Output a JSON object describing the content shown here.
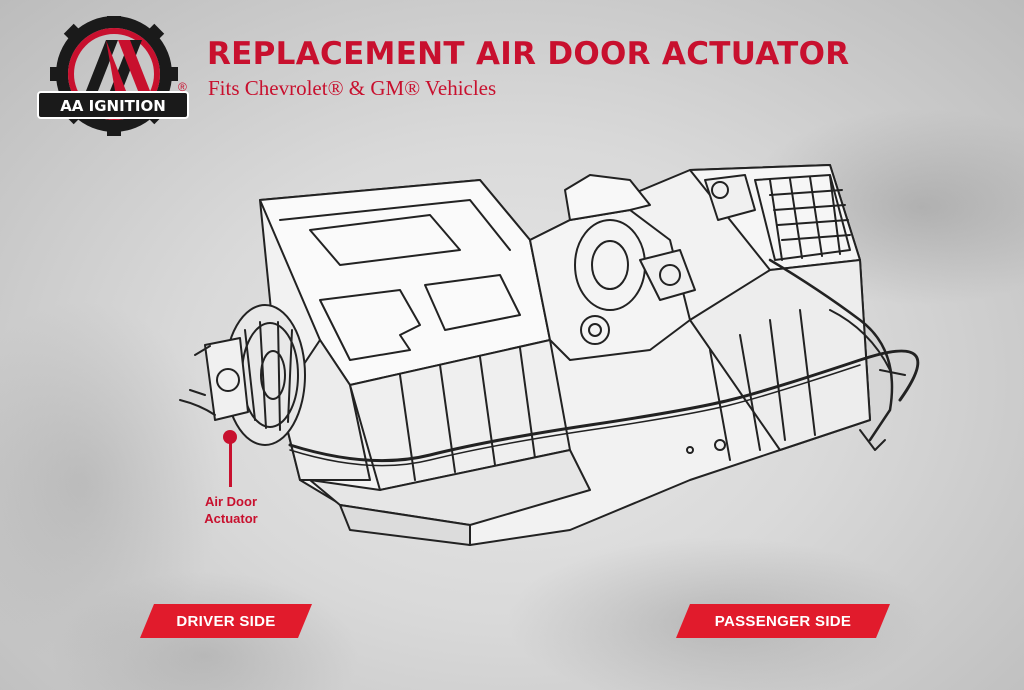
{
  "brand": {
    "logo_text": "AA IGNITION",
    "registered_mark": "®",
    "colors": {
      "accent": "#c8102e",
      "tag": "#e11b2c",
      "dark": "#1a1a1a"
    }
  },
  "header": {
    "title": "REPLACEMENT AIR DOOR ACTUATOR",
    "subtitle": "Fits Chevrolet® & GM® Vehicles"
  },
  "callout": {
    "label_line1": "Air Door",
    "label_line2": "Actuator"
  },
  "tags": {
    "driver": "DRIVER SIDE",
    "passenger": "PASSENGER SIDE"
  }
}
